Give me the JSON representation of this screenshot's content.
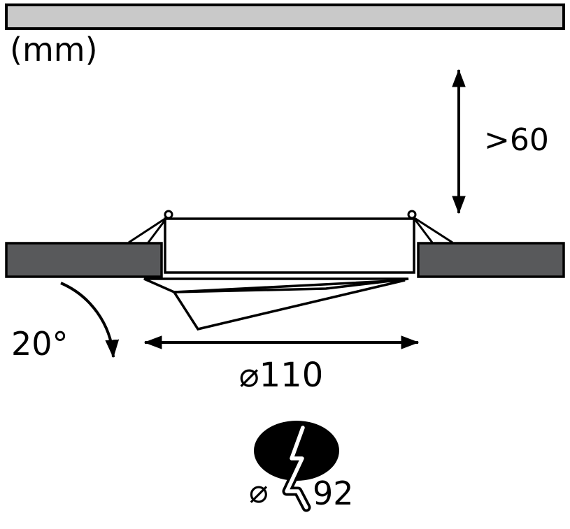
{
  "diagram": {
    "title": "recessed-downlight-installation-diagram",
    "unit_label": "(mm)",
    "recess_depth_label": ">60",
    "tilt_angle_label": "20°",
    "fixture_diameter_label": "⌀110",
    "cutout_diameter_symbol": "⌀",
    "cutout_diameter_value": "92",
    "icons": {
      "cutout_marking": "lightning-bolt"
    },
    "colors": {
      "ceiling_panel_light": "#c9c9c9",
      "ceiling_section_dark": "#58595b",
      "line": "#000000",
      "background": "#ffffff"
    }
  }
}
